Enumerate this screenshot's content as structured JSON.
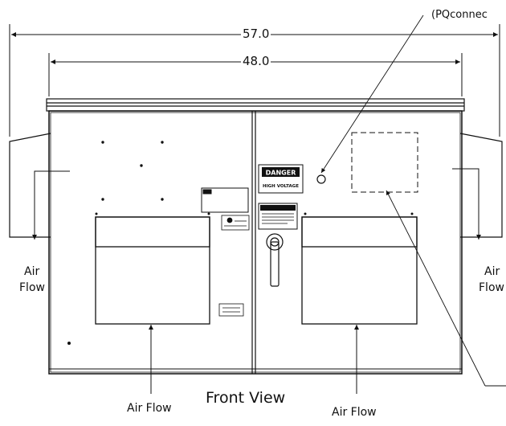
{
  "dimensions": {
    "overall_width": "57.0",
    "cabinet_width": "48.0"
  },
  "title": "Front View",
  "callout_top": "(PQconnec",
  "airflow": {
    "side_left": [
      "Air",
      "Flow"
    ],
    "side_right": [
      "Air",
      "Flow"
    ],
    "bottom_left": "Air Flow",
    "bottom_right": "Air Flow"
  },
  "labels": {
    "danger_sign": "DANGER",
    "danger_sub": "HIGH VOLTAGE"
  },
  "colors": {
    "line": "#111111",
    "background": "#ffffff"
  }
}
